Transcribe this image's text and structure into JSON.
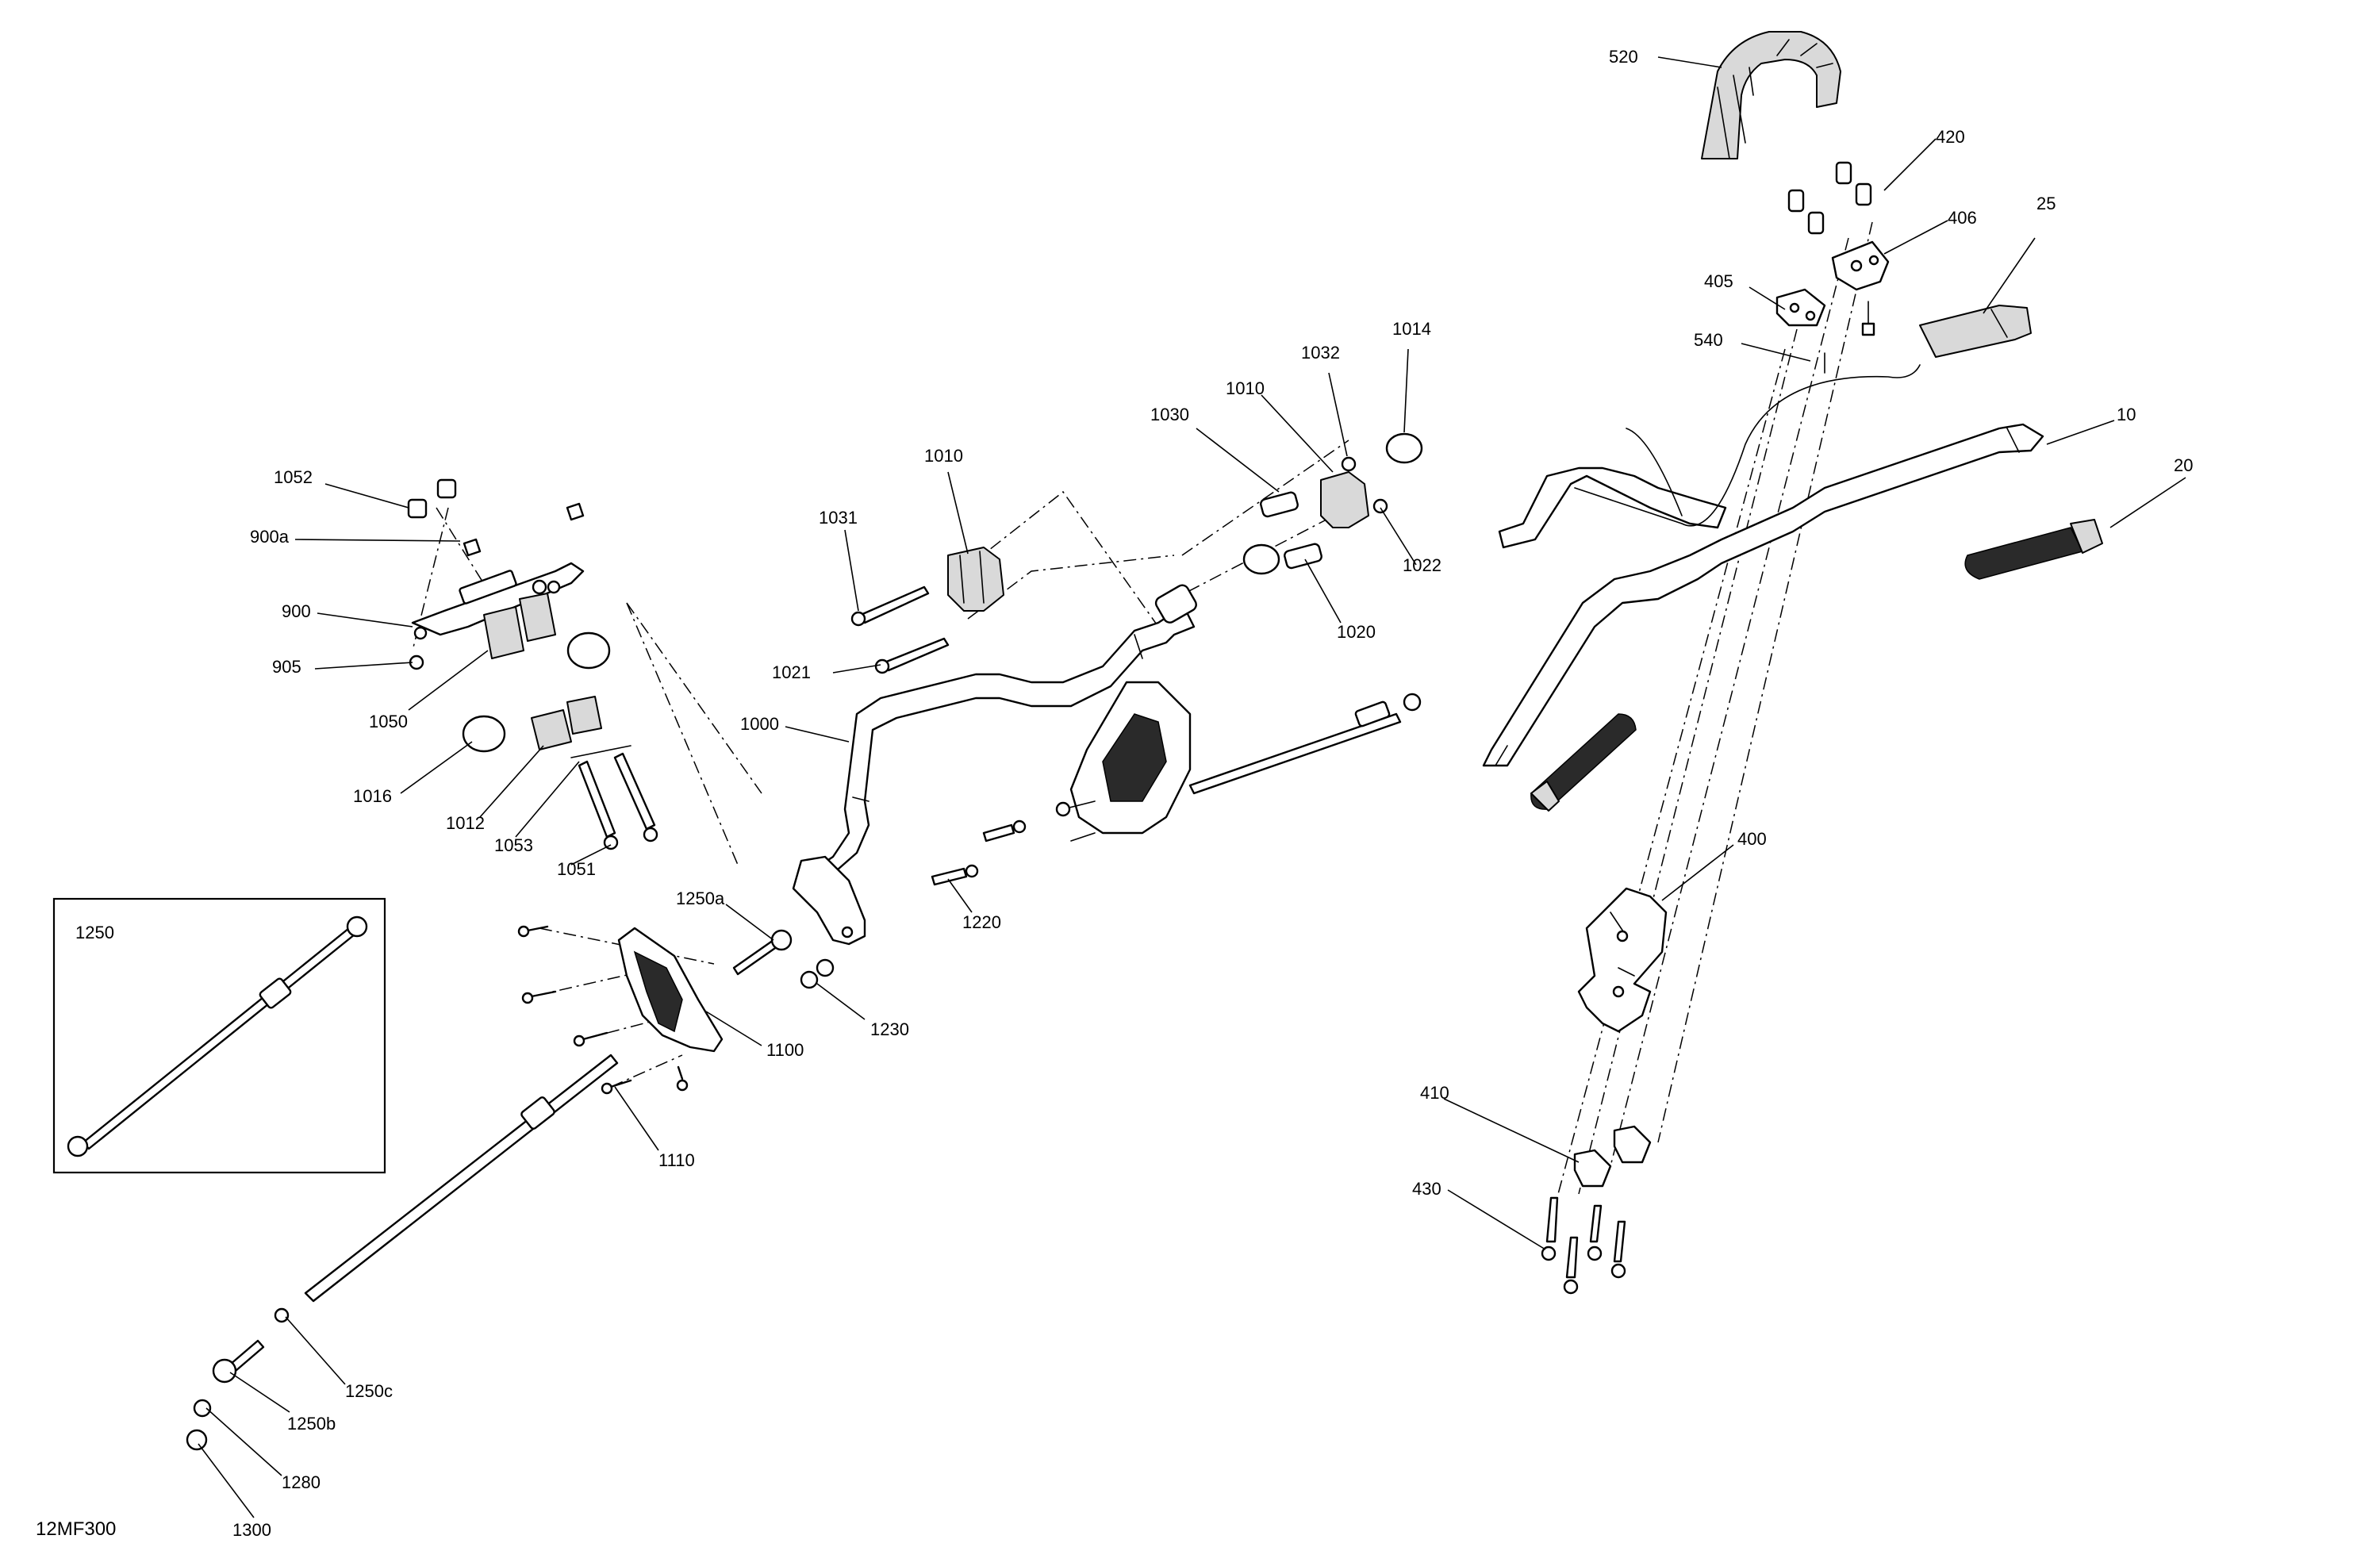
{
  "drawing_id": "12MF300",
  "inset": {
    "label": "1250"
  },
  "callouts": [
    {
      "id": "520",
      "text": "520"
    },
    {
      "id": "420",
      "text": "420"
    },
    {
      "id": "406",
      "text": "406"
    },
    {
      "id": "25",
      "text": "25"
    },
    {
      "id": "405",
      "text": "405"
    },
    {
      "id": "540",
      "text": "540"
    },
    {
      "id": "1014",
      "text": "1014"
    },
    {
      "id": "1032",
      "text": "1032"
    },
    {
      "id": "1010-right",
      "text": "1010"
    },
    {
      "id": "1030",
      "text": "1030"
    },
    {
      "id": "1010-left",
      "text": "1010"
    },
    {
      "id": "10",
      "text": "10"
    },
    {
      "id": "20",
      "text": "20"
    },
    {
      "id": "1052",
      "text": "1052"
    },
    {
      "id": "1031",
      "text": "1031"
    },
    {
      "id": "1022",
      "text": "1022"
    },
    {
      "id": "900a",
      "text": "900a"
    },
    {
      "id": "900",
      "text": "900"
    },
    {
      "id": "1020",
      "text": "1020"
    },
    {
      "id": "905",
      "text": "905"
    },
    {
      "id": "1021",
      "text": "1021"
    },
    {
      "id": "1050",
      "text": "1050"
    },
    {
      "id": "1000",
      "text": "1000"
    },
    {
      "id": "1016",
      "text": "1016"
    },
    {
      "id": "1012",
      "text": "1012"
    },
    {
      "id": "1053",
      "text": "1053"
    },
    {
      "id": "1051",
      "text": "1051"
    },
    {
      "id": "400",
      "text": "400"
    },
    {
      "id": "1250a",
      "text": "1250a"
    },
    {
      "id": "1220",
      "text": "1220"
    },
    {
      "id": "1230",
      "text": "1230"
    },
    {
      "id": "1100",
      "text": "1100"
    },
    {
      "id": "1110",
      "text": "1110"
    },
    {
      "id": "410",
      "text": "410"
    },
    {
      "id": "430",
      "text": "430"
    },
    {
      "id": "1250c",
      "text": "1250c"
    },
    {
      "id": "1250b",
      "text": "1250b"
    },
    {
      "id": "1280",
      "text": "1280"
    },
    {
      "id": "1300",
      "text": "1300"
    }
  ]
}
